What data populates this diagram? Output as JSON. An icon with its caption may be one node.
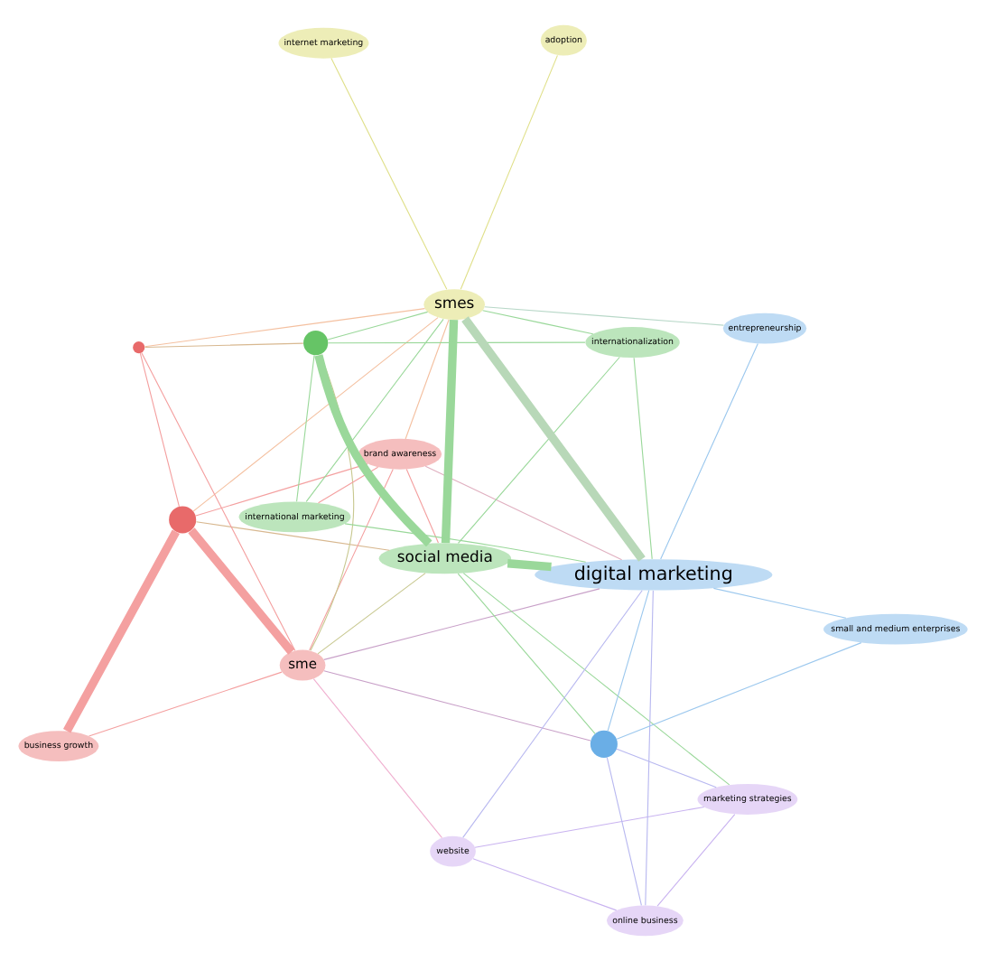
{
  "diagram": {
    "nodes": [
      {
        "text": [
          "business growth"
        ]
      },
      {
        "text": [],
        "shape": "circle"
      },
      {
        "text": [
          "sme"
        ]
      },
      {
        "text": [],
        "shape": "circle"
      },
      {
        "text": [
          "brand awareness"
        ]
      },
      {
        "text": [
          "website"
        ]
      },
      {
        "text": [
          "online business"
        ]
      },
      {
        "text": [
          "social media"
        ]
      },
      {
        "text": [],
        "shape": "circle"
      },
      {
        "text": [
          "marketing strategies"
        ]
      },
      {
        "text": [
          "international marketing"
        ]
      },
      {
        "text": [
          "digital marketing"
        ]
      },
      {
        "text": [],
        "shape": "circle"
      },
      {
        "text": [
          "internationalization"
        ]
      },
      {
        "text": [
          "small and medium enterprises"
        ]
      },
      {
        "text": [
          "smes"
        ]
      },
      {
        "text": [
          "entrepreneurship"
        ]
      },
      {
        "text": [
          "adoption"
        ]
      },
      {
        "text": [
          "internet marketing"
        ]
      }
    ],
    "edges": [
      {
        "from": 0,
        "to": 1,
        "arrow": "none",
        "style": "thick",
        "color": "#f4a0a0"
      },
      {
        "from": 0,
        "to": 2,
        "arrow": "none",
        "color": "#f4a0a0"
      },
      {
        "from": 1,
        "to": 2,
        "arrow": "none",
        "style": "thick",
        "color": "#f4a0a0"
      },
      {
        "from": 1,
        "to": 3,
        "arrow": "none",
        "color": "#f4a0a0"
      },
      {
        "from": 2,
        "to": 3,
        "arrow": "none",
        "color": "#f4a0a0"
      },
      {
        "from": 1,
        "to": 4,
        "arrow": "none",
        "color": "#f4a0a0"
      },
      {
        "from": 2,
        "to": 4,
        "arrow": "none",
        "color": "#f4a0a0"
      },
      {
        "from": 1,
        "to": 7,
        "arrow": "none",
        "color": "#d8b890"
      },
      {
        "from": 1,
        "to": 15,
        "arrow": "none",
        "color": "#f4c0a0"
      },
      {
        "from": 3,
        "to": 8,
        "arrow": "none",
        "color": "#d8b890"
      },
      {
        "from": 3,
        "to": 15,
        "arrow": "none",
        "color": "#f4c0a0"
      },
      {
        "from": 2,
        "to": 7,
        "arrow": "none",
        "color": "#c8c890"
      },
      {
        "from": 2,
        "to": 8,
        "arrow": "none",
        "color": "#c8c890"
      },
      {
        "from": 2,
        "to": 11,
        "arrow": "none",
        "color": "#c8a0c8"
      },
      {
        "from": 2,
        "to": 12,
        "arrow": "none",
        "color": "#c8a0c8"
      },
      {
        "from": 2,
        "to": 5,
        "arrow": "none",
        "color": "#f0b0d0"
      },
      {
        "from": 4,
        "to": 7,
        "arrow": "none",
        "color": "#f4a0a0"
      },
      {
        "from": 4,
        "to": 11,
        "arrow": "none",
        "color": "#e0b0c0"
      },
      {
        "from": 4,
        "to": 10,
        "arrow": "none",
        "color": "#f4a0a0"
      },
      {
        "from": 4,
        "to": 15,
        "arrow": "none",
        "color": "#f4c0a0"
      },
      {
        "from": 7,
        "to": 8,
        "arrow": "none",
        "style": "thick"
      },
      {
        "from": 7,
        "to": 11,
        "arrow": "none",
        "style": "thick"
      },
      {
        "from": 7,
        "to": 12,
        "arrow": "none"
      },
      {
        "from": 7,
        "to": 15,
        "arrow": "none",
        "style": "thick"
      },
      {
        "from": 7,
        "to": 9,
        "arrow": "none"
      },
      {
        "from": 7,
        "to": 13,
        "arrow": "none"
      },
      {
        "from": 8,
        "to": 10,
        "arrow": "none"
      },
      {
        "from": 8,
        "to": 13,
        "arrow": "none"
      },
      {
        "from": 8,
        "to": 15,
        "arrow": "none"
      },
      {
        "from": 10,
        "to": 11,
        "arrow": "none"
      },
      {
        "from": 10,
        "to": 15,
        "arrow": "none"
      },
      {
        "from": 13,
        "to": 15,
        "arrow": "none"
      },
      {
        "from": 13,
        "to": 11,
        "arrow": "none"
      },
      {
        "from": 11,
        "to": 15,
        "arrow": "none",
        "style": "thick",
        "color": "#b8d8b8"
      },
      {
        "from": 11,
        "to": 12,
        "arrow": "none",
        "color": "#9cc8ee"
      },
      {
        "from": 11,
        "to": 5,
        "arrow": "none",
        "color": "#b8b8f0"
      },
      {
        "from": 11,
        "to": 6,
        "arrow": "none",
        "color": "#b8b8f0"
      },
      {
        "from": 12,
        "to": 6,
        "arrow": "none",
        "color": "#b8b8f0"
      },
      {
        "from": 12,
        "to": 9,
        "arrow": "none",
        "color": "#b8b8f0"
      },
      {
        "from": 5,
        "to": 6,
        "arrow": "none",
        "color": "#c9b3f0"
      },
      {
        "from": 6,
        "to": 9,
        "arrow": "none",
        "color": "#c9b3f0"
      },
      {
        "from": 5,
        "to": 9,
        "arrow": "none",
        "color": "#c9b3f0"
      },
      {
        "from": 11,
        "to": 14,
        "arrow": "none",
        "color": "#9cc8ee"
      },
      {
        "from": 12,
        "to": 14,
        "arrow": "none",
        "color": "#9cc8ee"
      },
      {
        "from": 15,
        "to": 16,
        "arrow": "none",
        "color": "#b8d8c8"
      },
      {
        "from": 11,
        "to": 16,
        "arrow": "none",
        "color": "#9cc8ee"
      },
      {
        "from": 15,
        "to": 17,
        "arrow": "none",
        "color": "#e0e08a"
      },
      {
        "from": 15,
        "to": 18,
        "arrow": "none",
        "color": "#e0e08a"
      }
    ]
  }
}
